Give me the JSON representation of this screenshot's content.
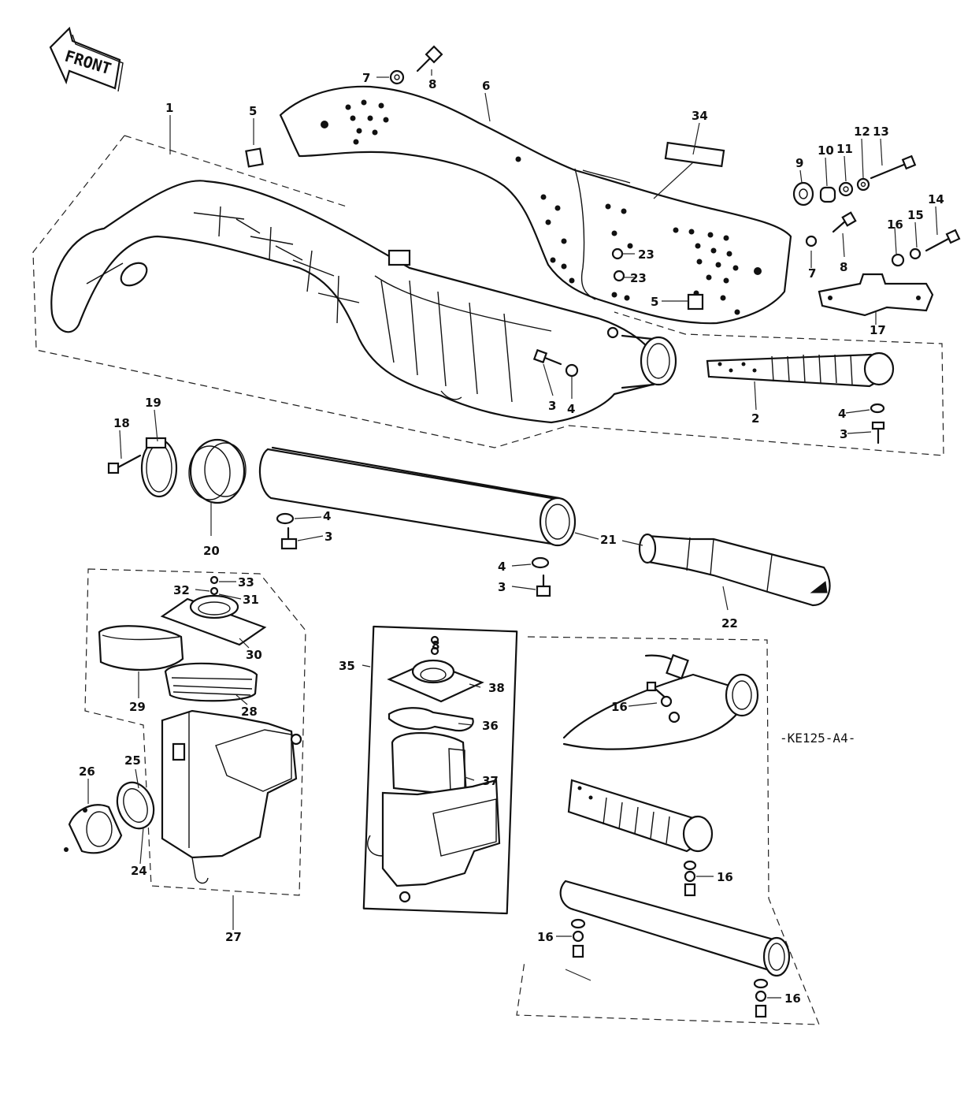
{
  "diagram": {
    "front_arrow_text": "FRONT",
    "model_code": "-KE125-A4-"
  },
  "callouts": {
    "n1": "1",
    "n2": "2",
    "n3a": "3",
    "n3b": "3",
    "n3c": "3",
    "n3d": "3",
    "n4a": "4",
    "n4b": "4",
    "n4c": "4",
    "n4d": "4",
    "n5a": "5",
    "n5b": "5",
    "n6": "6",
    "n7a": "7",
    "n7b": "7",
    "n8a": "8",
    "n8b": "8",
    "n8c": "8",
    "n9": "9",
    "n10": "10",
    "n11": "11",
    "n12": "12",
    "n13": "13",
    "n14": "14",
    "n15": "15",
    "n16a": "16",
    "n16b": "16",
    "n16c": "16",
    "n16d": "16",
    "n16e": "16",
    "n17": "17",
    "n18": "18",
    "n19": "19",
    "n20": "20",
    "n21": "21",
    "n22": "22",
    "n23a": "23",
    "n23b": "23",
    "n24": "24",
    "n25": "25",
    "n26": "26",
    "n27": "27",
    "n28": "28",
    "n29": "29",
    "n30": "30",
    "n31": "31",
    "n32": "32",
    "n33": "33",
    "n34": "34",
    "n35": "35",
    "n36": "36",
    "n37": "37",
    "n38": "38"
  }
}
